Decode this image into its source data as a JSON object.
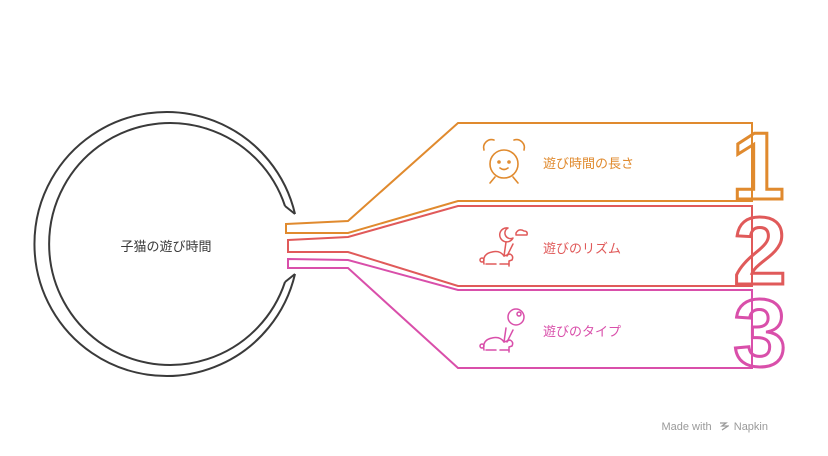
{
  "hub": {
    "title": "子猫の遊び時間"
  },
  "items": [
    {
      "number": "1",
      "label": "遊び時間の長さ",
      "icon": "alarm-clock-icon",
      "color": "#E08A2E"
    },
    {
      "number": "2",
      "label": "遊びのリズム",
      "icon": "rabbit-moon-icon",
      "color": "#E05A5A"
    },
    {
      "number": "3",
      "label": "遊びのタイプ",
      "icon": "rabbit-ball-icon",
      "color": "#D94FAA"
    }
  ],
  "footer": {
    "made_with": "Made with",
    "brand": "Napkin"
  }
}
